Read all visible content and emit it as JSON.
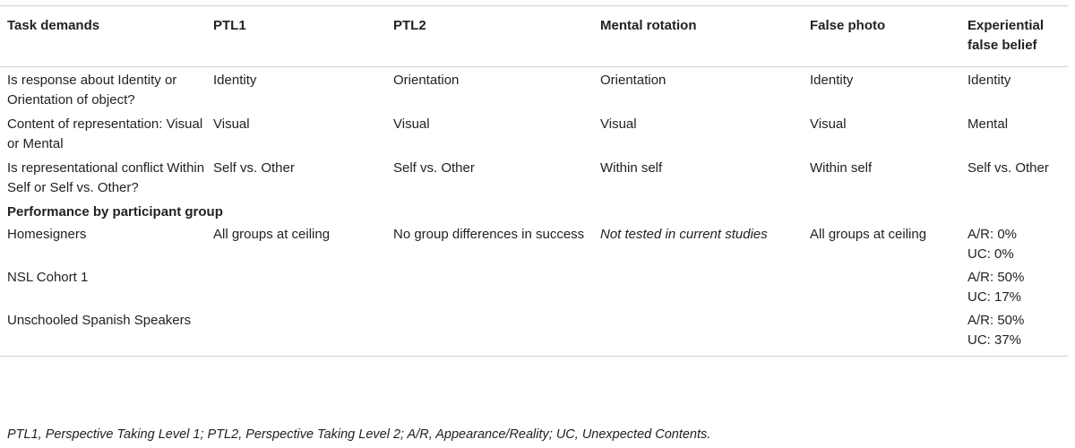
{
  "table": {
    "headers": [
      "Task demands",
      "PTL1",
      "PTL2",
      "Mental rotation",
      "False photo",
      "Experiential false belief"
    ],
    "rows": [
      [
        "Is response about Identity or Orientation of object?",
        "Identity",
        "Orientation",
        "Orientation",
        "Identity",
        "Identity"
      ],
      [
        "Content of representation: Visual or Mental",
        "Visual",
        "Visual",
        "Visual",
        "Visual",
        "Mental"
      ],
      [
        "Is representational conflict Within Self or Self vs. Other?",
        "Self vs. Other",
        "Self vs. Other",
        "Within self",
        "Within self",
        "Self vs. Other"
      ]
    ],
    "section_heading": "Performance by participant group",
    "performance_rows": [
      {
        "group": "Homesigners",
        "ptl1": "All groups at ceiling",
        "ptl2": "No group differences in success",
        "mental_rotation": "Not tested in current studies",
        "false_photo": "All groups at ceiling",
        "efb_line1": "A/R: 0%",
        "efb_line2": "UC: 0%"
      },
      {
        "group": "NSL Cohort 1",
        "efb_line1": "A/R: 50%",
        "efb_line2": "UC: 17%"
      },
      {
        "group": "Unschooled Spanish Speakers",
        "efb_line1": "A/R: 50%",
        "efb_line2": "UC: 37%"
      }
    ]
  },
  "footnote": "PTL1, Perspective Taking Level 1; PTL2, Perspective Taking Level 2; A/R, Appearance/Reality; UC, Unexpected Contents."
}
